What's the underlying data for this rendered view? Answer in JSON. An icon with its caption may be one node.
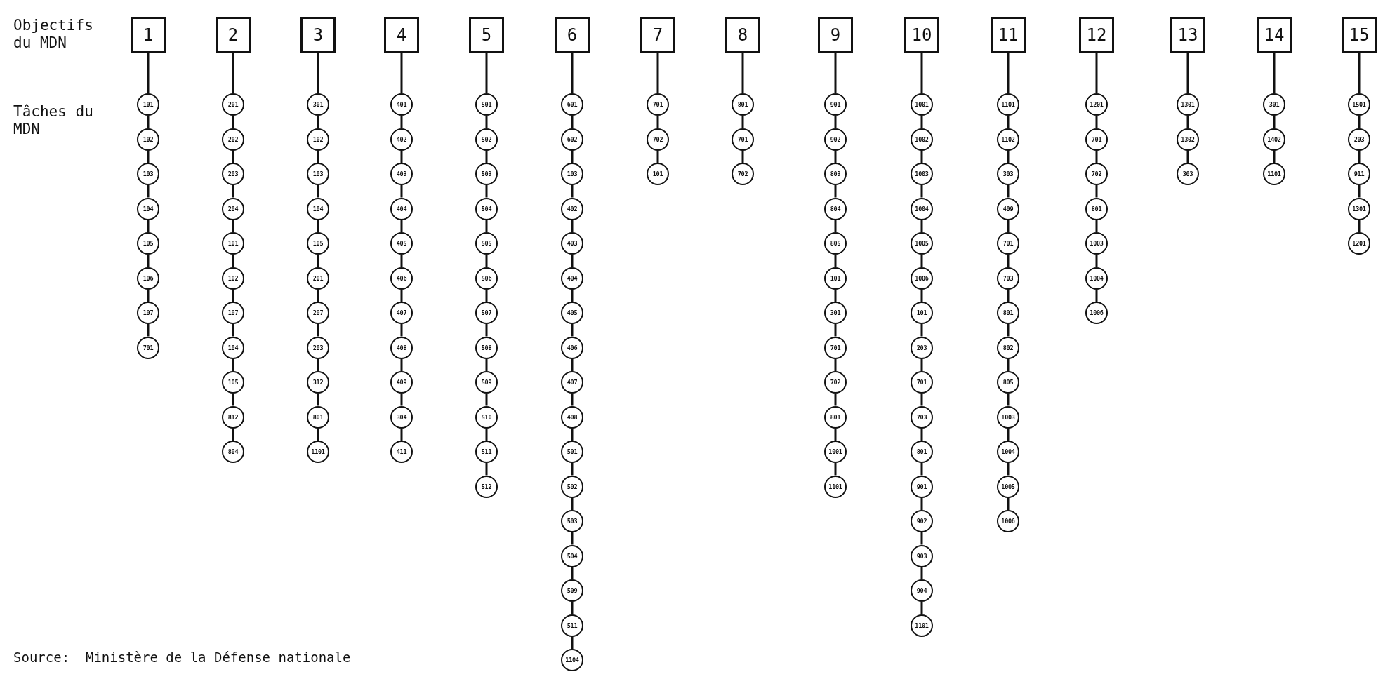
{
  "diagram": {
    "caption": "Source:  Ministère de la Défense nationale",
    "labels": [
      "Objectifs du MDN",
      "Tâches du MDN"
    ],
    "nodes": [
      {
        "text": [
          "1"
        ]
      },
      {
        "text": [
          "2"
        ]
      },
      {
        "text": [
          "3"
        ]
      },
      {
        "text": [
          "4"
        ]
      },
      {
        "text": [
          "5"
        ]
      },
      {
        "text": [
          "6"
        ]
      },
      {
        "text": [
          "7"
        ]
      },
      {
        "text": [
          "8"
        ]
      },
      {
        "text": [
          "9"
        ]
      },
      {
        "text": [
          "10"
        ]
      },
      {
        "text": [
          "11"
        ]
      },
      {
        "text": [
          "12"
        ]
      },
      {
        "text": [
          "13"
        ]
      },
      {
        "text": [
          "14"
        ]
      },
      {
        "text": [
          "15"
        ]
      },
      {
        "text": [
          "101"
        ]
      },
      {
        "text": [
          "102"
        ]
      },
      {
        "text": [
          "103"
        ]
      },
      {
        "text": [
          "104"
        ]
      },
      {
        "text": [
          "105"
        ]
      },
      {
        "text": [
          "106"
        ]
      },
      {
        "text": [
          "107"
        ]
      },
      {
        "text": [
          "701"
        ]
      },
      {
        "text": [
          "201"
        ]
      },
      {
        "text": [
          "202"
        ]
      },
      {
        "text": [
          "203"
        ]
      },
      {
        "text": [
          "204"
        ]
      },
      {
        "text": [
          "101"
        ]
      },
      {
        "text": [
          "102"
        ]
      },
      {
        "text": [
          "107"
        ]
      },
      {
        "text": [
          "104"
        ]
      },
      {
        "text": [
          "105"
        ]
      },
      {
        "text": [
          "812"
        ]
      },
      {
        "text": [
          "804"
        ]
      },
      {
        "text": [
          "301"
        ]
      },
      {
        "text": [
          "102"
        ]
      },
      {
        "text": [
          "103"
        ]
      },
      {
        "text": [
          "104"
        ]
      },
      {
        "text": [
          "105"
        ]
      },
      {
        "text": [
          "201"
        ]
      },
      {
        "text": [
          "207"
        ]
      },
      {
        "text": [
          "203"
        ]
      },
      {
        "text": [
          "312"
        ]
      },
      {
        "text": [
          "801"
        ]
      },
      {
        "text": [
          "1101"
        ]
      },
      {
        "text": [
          "401"
        ]
      },
      {
        "text": [
          "402"
        ]
      },
      {
        "text": [
          "403"
        ]
      },
      {
        "text": [
          "404"
        ]
      },
      {
        "text": [
          "405"
        ]
      },
      {
        "text": [
          "406"
        ]
      },
      {
        "text": [
          "407"
        ]
      },
      {
        "text": [
          "408"
        ]
      },
      {
        "text": [
          "409"
        ]
      },
      {
        "text": [
          "304"
        ]
      },
      {
        "text": [
          "411"
        ]
      },
      {
        "text": [
          "501"
        ]
      },
      {
        "text": [
          "502"
        ]
      },
      {
        "text": [
          "503"
        ]
      },
      {
        "text": [
          "504"
        ]
      },
      {
        "text": [
          "505"
        ]
      },
      {
        "text": [
          "506"
        ]
      },
      {
        "text": [
          "507"
        ]
      },
      {
        "text": [
          "508"
        ]
      },
      {
        "text": [
          "509"
        ]
      },
      {
        "text": [
          "510"
        ]
      },
      {
        "text": [
          "511"
        ]
      },
      {
        "text": [
          "512"
        ]
      },
      {
        "text": [
          "601"
        ]
      },
      {
        "text": [
          "602"
        ]
      },
      {
        "text": [
          "103"
        ]
      },
      {
        "text": [
          "402"
        ]
      },
      {
        "text": [
          "403"
        ]
      },
      {
        "text": [
          "404"
        ]
      },
      {
        "text": [
          "405"
        ]
      },
      {
        "text": [
          "406"
        ]
      },
      {
        "text": [
          "407"
        ]
      },
      {
        "text": [
          "408"
        ]
      },
      {
        "text": [
          "501"
        ]
      },
      {
        "text": [
          "502"
        ]
      },
      {
        "text": [
          "503"
        ]
      },
      {
        "text": [
          "504"
        ]
      },
      {
        "text": [
          "509"
        ]
      },
      {
        "text": [
          "511"
        ]
      },
      {
        "text": [
          "1104"
        ]
      },
      {
        "text": [
          "701"
        ]
      },
      {
        "text": [
          "702"
        ]
      },
      {
        "text": [
          "101"
        ]
      },
      {
        "text": [
          "801"
        ]
      },
      {
        "text": [
          "701"
        ]
      },
      {
        "text": [
          "702"
        ]
      },
      {
        "text": [
          "901"
        ]
      },
      {
        "text": [
          "902"
        ]
      },
      {
        "text": [
          "803"
        ]
      },
      {
        "text": [
          "804"
        ]
      },
      {
        "text": [
          "805"
        ]
      },
      {
        "text": [
          "101"
        ]
      },
      {
        "text": [
          "301"
        ]
      },
      {
        "text": [
          "701"
        ]
      },
      {
        "text": [
          "702"
        ]
      },
      {
        "text": [
          "801"
        ]
      },
      {
        "text": [
          "1001"
        ]
      },
      {
        "text": [
          "1101"
        ]
      },
      {
        "text": [
          "1001"
        ]
      },
      {
        "text": [
          "1002"
        ]
      },
      {
        "text": [
          "1003"
        ]
      },
      {
        "text": [
          "1004"
        ]
      },
      {
        "text": [
          "1005"
        ]
      },
      {
        "text": [
          "1006"
        ]
      },
      {
        "text": [
          "101"
        ]
      },
      {
        "text": [
          "203"
        ]
      },
      {
        "text": [
          "701"
        ]
      },
      {
        "text": [
          "703"
        ]
      },
      {
        "text": [
          "801"
        ]
      },
      {
        "text": [
          "901"
        ]
      },
      {
        "text": [
          "902"
        ]
      },
      {
        "text": [
          "903"
        ]
      },
      {
        "text": [
          "904"
        ]
      },
      {
        "text": [
          "1101"
        ]
      },
      {
        "text": [
          "1101"
        ]
      },
      {
        "text": [
          "1102"
        ]
      },
      {
        "text": [
          "303"
        ]
      },
      {
        "text": [
          "409"
        ]
      },
      {
        "text": [
          "701"
        ]
      },
      {
        "text": [
          "703"
        ]
      },
      {
        "text": [
          "801"
        ]
      },
      {
        "text": [
          "802"
        ]
      },
      {
        "text": [
          "805"
        ]
      },
      {
        "text": [
          "1003"
        ]
      },
      {
        "text": [
          "1004"
        ]
      },
      {
        "text": [
          "1005"
        ]
      },
      {
        "text": [
          "1006"
        ]
      },
      {
        "text": [
          "1201"
        ]
      },
      {
        "text": [
          "701"
        ]
      },
      {
        "text": [
          "702"
        ]
      },
      {
        "text": [
          "801"
        ]
      },
      {
        "text": [
          "1003"
        ]
      },
      {
        "text": [
          "1004"
        ]
      },
      {
        "text": [
          "1006"
        ]
      },
      {
        "text": [
          "1301"
        ]
      },
      {
        "text": [
          "1302"
        ]
      },
      {
        "text": [
          "303"
        ]
      },
      {
        "text": [
          "301"
        ]
      },
      {
        "text": [
          "1402"
        ]
      },
      {
        "text": [
          "1101"
        ]
      },
      {
        "text": [
          "1501"
        ]
      },
      {
        "text": [
          "203"
        ]
      },
      {
        "text": [
          "911"
        ]
      },
      {
        "text": [
          "1301"
        ]
      },
      {
        "text": [
          "1201"
        ]
      }
    ],
    "edges": [
      {
        "from": 0,
        "to": 15,
        "arrow": "none"
      },
      {
        "from": 15,
        "to": 16,
        "arrow": "none"
      },
      {
        "from": 16,
        "to": 17,
        "arrow": "none"
      },
      {
        "from": 17,
        "to": 18,
        "arrow": "none"
      },
      {
        "from": 18,
        "to": 19,
        "arrow": "none"
      },
      {
        "from": 19,
        "to": 20,
        "arrow": "none"
      },
      {
        "from": 20,
        "to": 21,
        "arrow": "none"
      },
      {
        "from": 21,
        "to": 22,
        "arrow": "none"
      },
      {
        "from": 1,
        "to": 23,
        "arrow": "none"
      },
      {
        "from": 23,
        "to": 24,
        "arrow": "none"
      },
      {
        "from": 24,
        "to": 25,
        "arrow": "none"
      },
      {
        "from": 25,
        "to": 26,
        "arrow": "none"
      },
      {
        "from": 26,
        "to": 27,
        "arrow": "none"
      },
      {
        "from": 27,
        "to": 28,
        "arrow": "none"
      },
      {
        "from": 28,
        "to": 29,
        "arrow": "none"
      },
      {
        "from": 29,
        "to": 30,
        "arrow": "none"
      },
      {
        "from": 30,
        "to": 31,
        "arrow": "none"
      },
      {
        "from": 31,
        "to": 32,
        "arrow": "none"
      },
      {
        "from": 32,
        "to": 33,
        "arrow": "none"
      },
      {
        "from": 2,
        "to": 34,
        "arrow": "none"
      },
      {
        "from": 34,
        "to": 35,
        "arrow": "none"
      },
      {
        "from": 35,
        "to": 36,
        "arrow": "none"
      },
      {
        "from": 36,
        "to": 37,
        "arrow": "none"
      },
      {
        "from": 37,
        "to": 38,
        "arrow": "none"
      },
      {
        "from": 38,
        "to": 39,
        "arrow": "none"
      },
      {
        "from": 39,
        "to": 40,
        "arrow": "none"
      },
      {
        "from": 40,
        "to": 41,
        "arrow": "none"
      },
      {
        "from": 41,
        "to": 42,
        "arrow": "none"
      },
      {
        "from": 42,
        "to": 43,
        "arrow": "none"
      },
      {
        "from": 43,
        "to": 44,
        "arrow": "none"
      },
      {
        "from": 3,
        "to": 45,
        "arrow": "none"
      },
      {
        "from": 45,
        "to": 46,
        "arrow": "none"
      },
      {
        "from": 46,
        "to": 47,
        "arrow": "none"
      },
      {
        "from": 47,
        "to": 48,
        "arrow": "none"
      },
      {
        "from": 48,
        "to": 49,
        "arrow": "none"
      },
      {
        "from": 49,
        "to": 50,
        "arrow": "none"
      },
      {
        "from": 50,
        "to": 51,
        "arrow": "none"
      },
      {
        "from": 51,
        "to": 52,
        "arrow": "none"
      },
      {
        "from": 52,
        "to": 53,
        "arrow": "none"
      },
      {
        "from": 53,
        "to": 54,
        "arrow": "none"
      },
      {
        "from": 54,
        "to": 55,
        "arrow": "none"
      },
      {
        "from": 4,
        "to": 56,
        "arrow": "none"
      },
      {
        "from": 56,
        "to": 57,
        "arrow": "none"
      },
      {
        "from": 57,
        "to": 58,
        "arrow": "none"
      },
      {
        "from": 58,
        "to": 59,
        "arrow": "none"
      },
      {
        "from": 59,
        "to": 60,
        "arrow": "none"
      },
      {
        "from": 60,
        "to": 61,
        "arrow": "none"
      },
      {
        "from": 61,
        "to": 62,
        "arrow": "none"
      },
      {
        "from": 62,
        "to": 63,
        "arrow": "none"
      },
      {
        "from": 63,
        "to": 64,
        "arrow": "none"
      },
      {
        "from": 64,
        "to": 65,
        "arrow": "none"
      },
      {
        "from": 65,
        "to": 66,
        "arrow": "none"
      },
      {
        "from": 66,
        "to": 67,
        "arrow": "none"
      },
      {
        "from": 5,
        "to": 68,
        "arrow": "none"
      },
      {
        "from": 68,
        "to": 69,
        "arrow": "none"
      },
      {
        "from": 69,
        "to": 70,
        "arrow": "none"
      },
      {
        "from": 70,
        "to": 71,
        "arrow": "none"
      },
      {
        "from": 71,
        "to": 72,
        "arrow": "none"
      },
      {
        "from": 72,
        "to": 73,
        "arrow": "none"
      },
      {
        "from": 73,
        "to": 74,
        "arrow": "none"
      },
      {
        "from": 74,
        "to": 75,
        "arrow": "none"
      },
      {
        "from": 75,
        "to": 76,
        "arrow": "none"
      },
      {
        "from": 76,
        "to": 77,
        "arrow": "none"
      },
      {
        "from": 77,
        "to": 78,
        "arrow": "none"
      },
      {
        "from": 78,
        "to": 79,
        "arrow": "none"
      },
      {
        "from": 79,
        "to": 80,
        "arrow": "none"
      },
      {
        "from": 80,
        "to": 81,
        "arrow": "none"
      },
      {
        "from": 81,
        "to": 82,
        "arrow": "none"
      },
      {
        "from": 82,
        "to": 83,
        "arrow": "none"
      },
      {
        "from": 83,
        "to": 84,
        "arrow": "none"
      },
      {
        "from": 6,
        "to": 85,
        "arrow": "none"
      },
      {
        "from": 85,
        "to": 86,
        "arrow": "none"
      },
      {
        "from": 86,
        "to": 87,
        "arrow": "none"
      },
      {
        "from": 7,
        "to": 88,
        "arrow": "none"
      },
      {
        "from": 88,
        "to": 89,
        "arrow": "none"
      },
      {
        "from": 89,
        "to": 90,
        "arrow": "none"
      },
      {
        "from": 8,
        "to": 91,
        "arrow": "none"
      },
      {
        "from": 91,
        "to": 92,
        "arrow": "none"
      },
      {
        "from": 92,
        "to": 93,
        "arrow": "none"
      },
      {
        "from": 93,
        "to": 94,
        "arrow": "none"
      },
      {
        "from": 94,
        "to": 95,
        "arrow": "none"
      },
      {
        "from": 95,
        "to": 96,
        "arrow": "none"
      },
      {
        "from": 96,
        "to": 97,
        "arrow": "none"
      },
      {
        "from": 97,
        "to": 98,
        "arrow": "none"
      },
      {
        "from": 98,
        "to": 99,
        "arrow": "none"
      },
      {
        "from": 99,
        "to": 100,
        "arrow": "none"
      },
      {
        "from": 100,
        "to": 101,
        "arrow": "none"
      },
      {
        "from": 101,
        "to": 102,
        "arrow": "none"
      },
      {
        "from": 9,
        "to": 103,
        "arrow": "none"
      },
      {
        "from": 103,
        "to": 104,
        "arrow": "none"
      },
      {
        "from": 104,
        "to": 105,
        "arrow": "none"
      },
      {
        "from": 105,
        "to": 106,
        "arrow": "none"
      },
      {
        "from": 106,
        "to": 107,
        "arrow": "none"
      },
      {
        "from": 107,
        "to": 108,
        "arrow": "none"
      },
      {
        "from": 108,
        "to": 109,
        "arrow": "none"
      },
      {
        "from": 109,
        "to": 110,
        "arrow": "none"
      },
      {
        "from": 110,
        "to": 111,
        "arrow": "none"
      },
      {
        "from": 111,
        "to": 112,
        "arrow": "none"
      },
      {
        "from": 112,
        "to": 113,
        "arrow": "none"
      },
      {
        "from": 113,
        "to": 114,
        "arrow": "none"
      },
      {
        "from": 114,
        "to": 115,
        "arrow": "none"
      },
      {
        "from": 115,
        "to": 116,
        "arrow": "none"
      },
      {
        "from": 116,
        "to": 117,
        "arrow": "none"
      },
      {
        "from": 117,
        "to": 118,
        "arrow": "none"
      },
      {
        "from": 10,
        "to": 119,
        "arrow": "none"
      },
      {
        "from": 119,
        "to": 120,
        "arrow": "none"
      },
      {
        "from": 120,
        "to": 121,
        "arrow": "none"
      },
      {
        "from": 121,
        "to": 122,
        "arrow": "none"
      },
      {
        "from": 122,
        "to": 123,
        "arrow": "none"
      },
      {
        "from": 123,
        "to": 124,
        "arrow": "none"
      },
      {
        "from": 124,
        "to": 125,
        "arrow": "none"
      },
      {
        "from": 125,
        "to": 126,
        "arrow": "none"
      },
      {
        "from": 126,
        "to": 127,
        "arrow": "none"
      },
      {
        "from": 127,
        "to": 128,
        "arrow": "none"
      },
      {
        "from": 128,
        "to": 129,
        "arrow": "none"
      },
      {
        "from": 129,
        "to": 130,
        "arrow": "none"
      },
      {
        "from": 130,
        "to": 131,
        "arrow": "none"
      },
      {
        "from": 11,
        "to": 132,
        "arrow": "none"
      },
      {
        "from": 132,
        "to": 133,
        "arrow": "none"
      },
      {
        "from": 133,
        "to": 134,
        "arrow": "none"
      },
      {
        "from": 134,
        "to": 135,
        "arrow": "none"
      },
      {
        "from": 135,
        "to": 136,
        "arrow": "none"
      },
      {
        "from": 136,
        "to": 137,
        "arrow": "none"
      },
      {
        "from": 137,
        "to": 138,
        "arrow": "none"
      },
      {
        "from": 12,
        "to": 139,
        "arrow": "none"
      },
      {
        "from": 139,
        "to": 140,
        "arrow": "none"
      },
      {
        "from": 140,
        "to": 141,
        "arrow": "none"
      },
      {
        "from": 13,
        "to": 142,
        "arrow": "none"
      },
      {
        "from": 142,
        "to": 143,
        "arrow": "none"
      },
      {
        "from": 143,
        "to": 144,
        "arrow": "none"
      },
      {
        "from": 14,
        "to": 145,
        "arrow": "none"
      },
      {
        "from": 145,
        "to": 146,
        "arrow": "none"
      },
      {
        "from": 146,
        "to": 147,
        "arrow": "none"
      },
      {
        "from": 147,
        "to": 148,
        "arrow": "none"
      },
      {
        "from": 148,
        "to": 149,
        "arrow": "none"
      }
    ]
  }
}
